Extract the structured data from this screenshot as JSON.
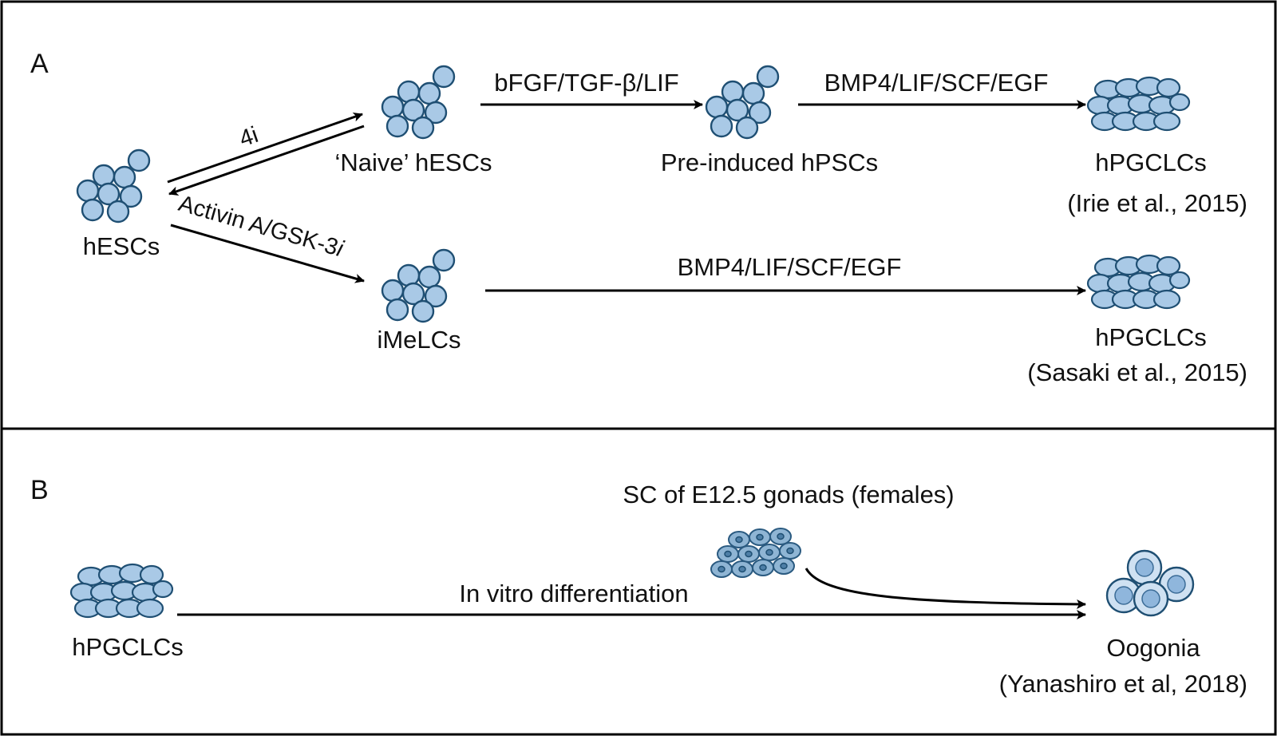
{
  "panel_a": {
    "label": "A",
    "hescs": "hESCs",
    "naive": "‘Naive’ hESCs",
    "preinduced": "Pre-induced hPSCs",
    "imelcs": "iMeLCs",
    "hpgclcs_top": "hPGCLCs",
    "ref_irie": "(Irie et al., 2015)",
    "hpgclcs_bottom": "hPGCLCs",
    "ref_sasaki": "(Sasaki et al., 2015)",
    "arrow_4i": "4i",
    "arrow_activin": "Activin A/GSK-3",
    "arrow_activin_i": "i",
    "arrow_bfgf": "bFGF/TGF-β/LIF",
    "arrow_bmp4_top": "BMP4/LIF/SCF/EGF",
    "arrow_bmp4_bottom": "BMP4/LIF/SCF/EGF"
  },
  "panel_b": {
    "label": "B",
    "sc_label": "SC of E12.5 gonads (females)",
    "hpgclcs": "hPGCLCs",
    "arrow_label": "In vitro differentiation",
    "oogonia": "Oogonia",
    "ref_yanashiro": "(Yanashiro et al, 2018)"
  },
  "colors": {
    "cell_fill": "#a9c9e6",
    "cell_stroke": "#1f4f73",
    "border": "#000000"
  }
}
